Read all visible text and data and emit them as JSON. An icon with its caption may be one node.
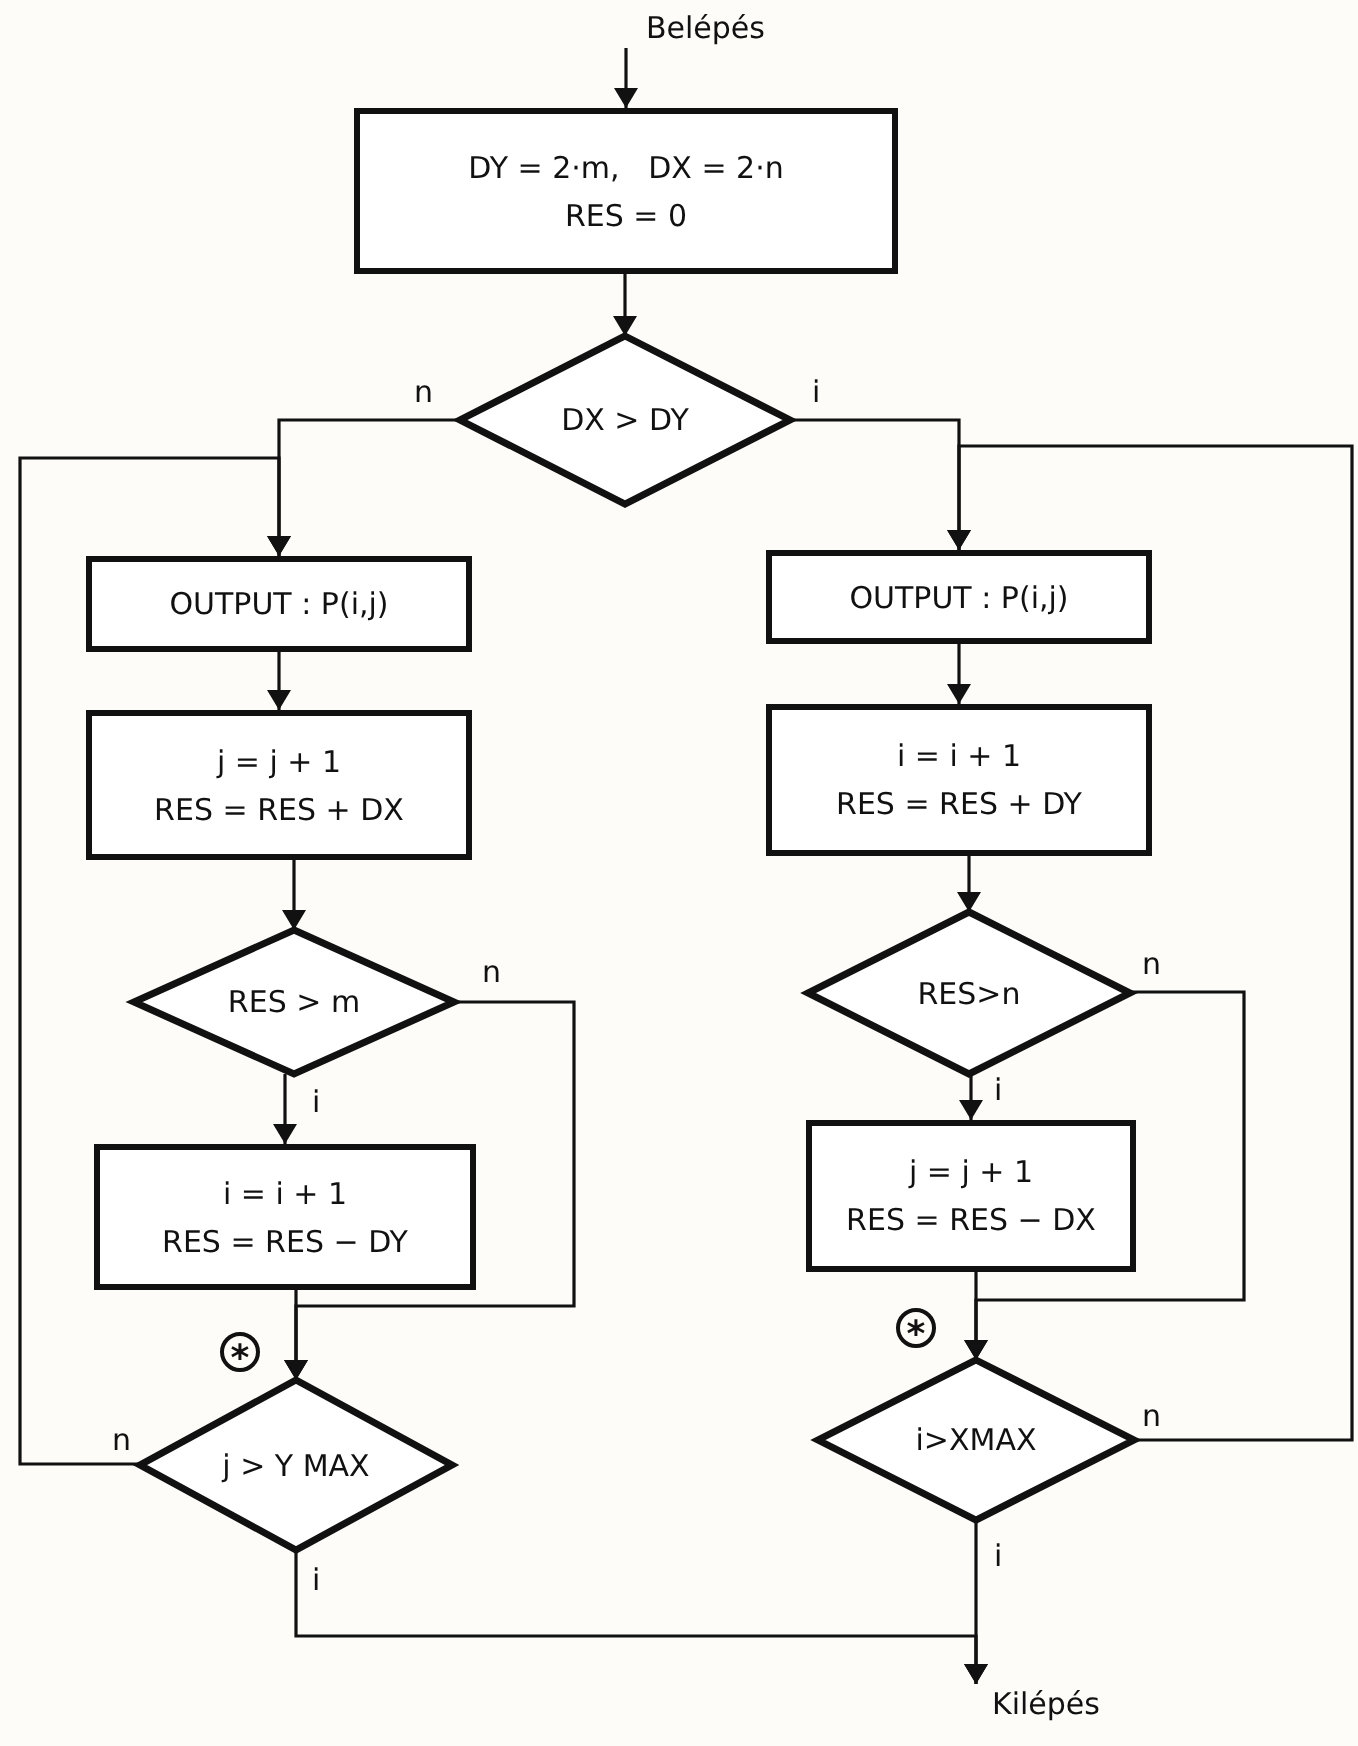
{
  "diagram": {
    "nodes": [
      {
        "text": [
          "Belépés"
        ]
      },
      {
        "text": [
          "DY = 2·m,   DX = 2·n",
          "RES = 0"
        ]
      },
      {
        "text": [
          "DX > DY"
        ]
      },
      {
        "text": [
          "OUTPUT : P(i,j)"
        ]
      },
      {
        "text": [
          "j = j + 1",
          "RES = RES + DX"
        ]
      },
      {
        "text": [
          "RES > m"
        ]
      },
      {
        "text": [
          "i = i + 1",
          "RES = RES − DY"
        ]
      },
      {
        "text": [
          "j > Y MAX"
        ],
        "beside": [
          "*"
        ]
      },
      {
        "text": [
          "OUTPUT : P(i,j)"
        ]
      },
      {
        "text": [
          "i = i + 1",
          "RES = RES + DY"
        ]
      },
      {
        "text": [
          "RES>n"
        ]
      },
      {
        "text": [
          "j = j + 1",
          "RES = RES − DX"
        ]
      },
      {
        "text": [
          "i>XMAX"
        ],
        "beside": [
          "*"
        ]
      },
      {
        "text": [
          "Kilépés"
        ]
      }
    ],
    "edges": [
      {
        "from": 0,
        "to": 1,
        "arrow": "to"
      },
      {
        "from": 1,
        "to": 2,
        "arrow": "to"
      },
      {
        "from": 2,
        "to": 3,
        "arrow": "to",
        "label": "n"
      },
      {
        "from": 2,
        "to": 8,
        "arrow": "to",
        "label": "i"
      },
      {
        "from": 3,
        "to": 4,
        "arrow": "to"
      },
      {
        "from": 4,
        "to": 5,
        "arrow": "to"
      },
      {
        "from": 5,
        "to": 6,
        "arrow": "to",
        "label": "i"
      },
      {
        "from": 5,
        "to": 7,
        "arrow": "to",
        "label": "n"
      },
      {
        "from": 6,
        "to": 7,
        "arrow": "to"
      },
      {
        "from": 7,
        "to": 3,
        "arrow": "to",
        "label": "n"
      },
      {
        "from": 7,
        "to": 13,
        "arrow": "to",
        "label": "i"
      },
      {
        "from": 8,
        "to": 9,
        "arrow": "to"
      },
      {
        "from": 9,
        "to": 10,
        "arrow": "to"
      },
      {
        "from": 10,
        "to": 11,
        "arrow": "to",
        "label": "i"
      },
      {
        "from": 10,
        "to": 12,
        "arrow": "to",
        "label": "n"
      },
      {
        "from": 11,
        "to": 12,
        "arrow": "to"
      },
      {
        "from": 12,
        "to": 8,
        "arrow": "to",
        "label": "n"
      },
      {
        "from": 12,
        "to": 13,
        "arrow": "to",
        "label": "i"
      }
    ]
  }
}
